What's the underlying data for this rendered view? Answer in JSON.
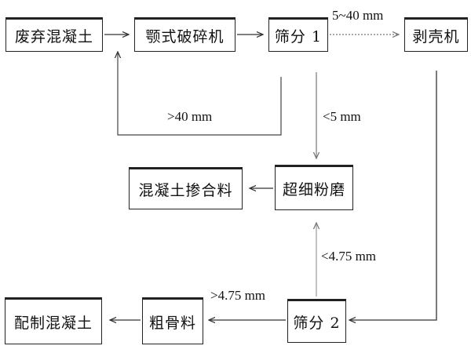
{
  "nodes": {
    "waste_concrete": "废弃混凝土",
    "jaw_crusher": "颚式破碎机",
    "screen_1": "筛分 1",
    "husking_machine": "剥壳机",
    "concrete_admixture": "混凝土掺合料",
    "ultrafine_grinding": "超细粉磨",
    "prepared_concrete": "配制混凝土",
    "coarse_aggregate": "粗骨料",
    "screen_2": "筛分 2"
  },
  "edges": {
    "screen1_to_husking": "5~40 mm",
    "oversize_return": ">40 mm",
    "screen1_fines": "<5 mm",
    "screen2_fines": "<4.75 mm",
    "screen2_coarse": ">4.75 mm"
  },
  "colors": {
    "line": "#333333",
    "dotted_line": "#777777",
    "return_line": "#444444"
  }
}
